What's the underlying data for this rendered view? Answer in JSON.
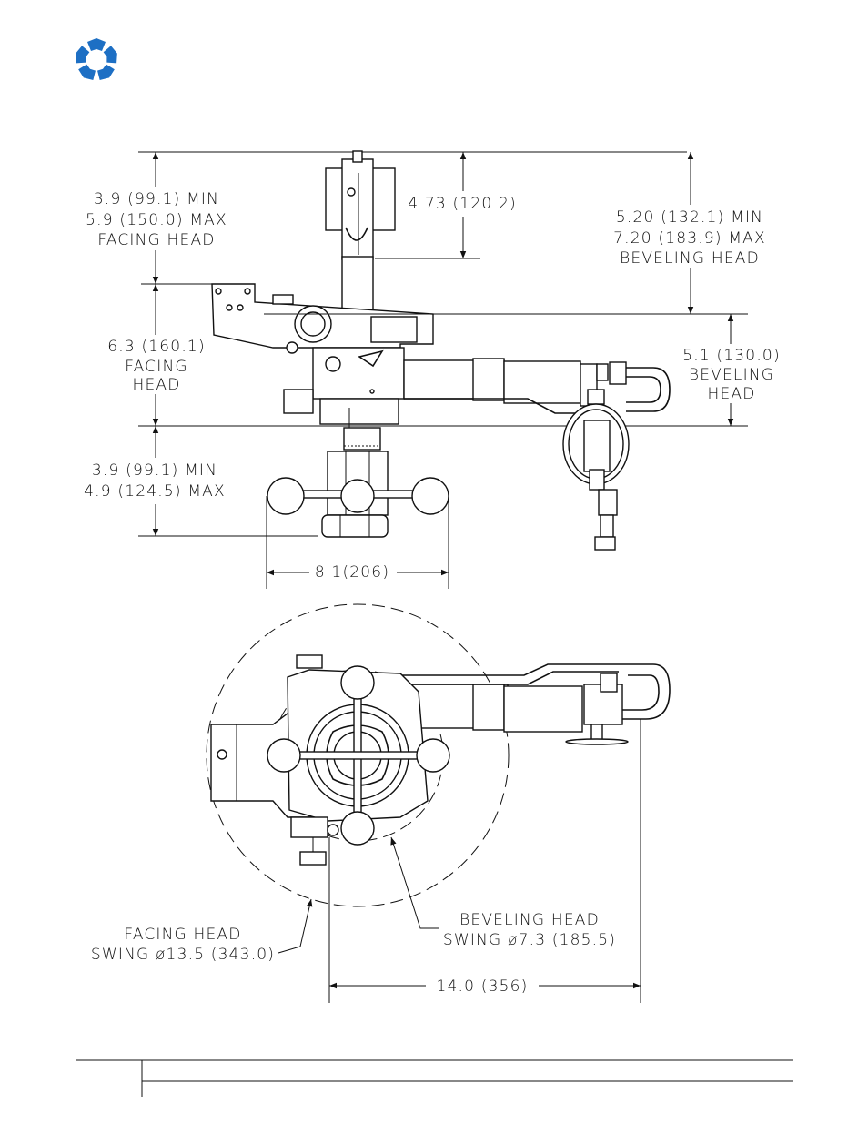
{
  "brand": {
    "accent": "#1d6fc4",
    "logo_icon": "five-petal-logo-icon"
  },
  "side_view": {
    "facing_head_height": [
      "3.9  (99.1)  MIN",
      "5.9  (150.0)  MAX",
      "FACING  HEAD"
    ],
    "tool_height": "4.73  (120.2)",
    "beveling_head_height": [
      "5.20  (132.1)  MIN",
      "7.20  (183.9)  MAX",
      "BEVELING  HEAD"
    ],
    "facing_head_body": [
      "6.3  (160.1)",
      "FACING",
      "HEAD"
    ],
    "beveling_head_body": [
      "5.1  (130.0)",
      "BEVELING",
      "HEAD"
    ],
    "base_height": [
      "3.9  (99.1)  MIN",
      "4.9  (124.5)  MAX"
    ],
    "handle_width": "8.1(206)"
  },
  "top_view": {
    "facing_swing": [
      "FACING  HEAD",
      "SWING  ø13.5  (343.0)"
    ],
    "beveling_swing": [
      "BEVELING  HEAD",
      "SWING  ø7.3  (185.5)"
    ],
    "overall_length": "14.0  (356)"
  }
}
